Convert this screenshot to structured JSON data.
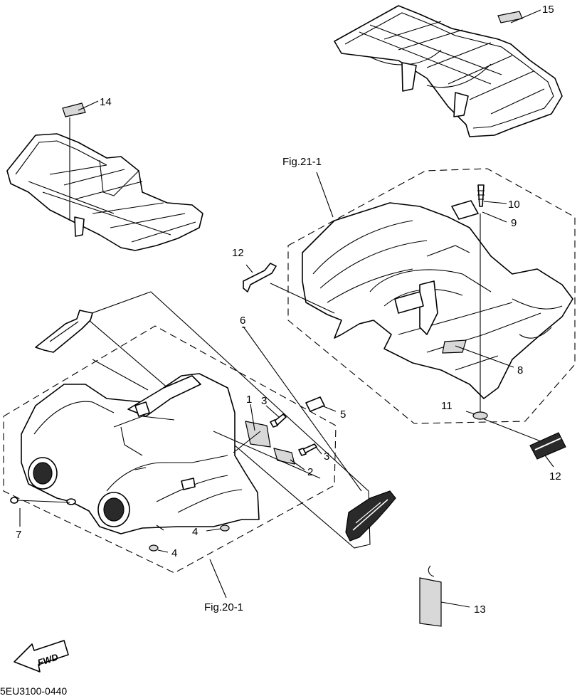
{
  "callouts": {
    "c1": "1",
    "c2": "2",
    "c3a": "3",
    "c3b": "3",
    "c4a": "4",
    "c4b": "4",
    "c5": "5",
    "c6": "6",
    "c7": "7",
    "c8": "8",
    "c9": "9",
    "c10": "10",
    "c11": "11",
    "c12a": "12",
    "c12b": "12",
    "c13": "13",
    "c14": "14",
    "c15": "15"
  },
  "figure_refs": {
    "front": "Fig.20-1",
    "rear": "Fig.21-1"
  },
  "direction_label": "FWD",
  "diagram_code": "5EU3100-0440"
}
